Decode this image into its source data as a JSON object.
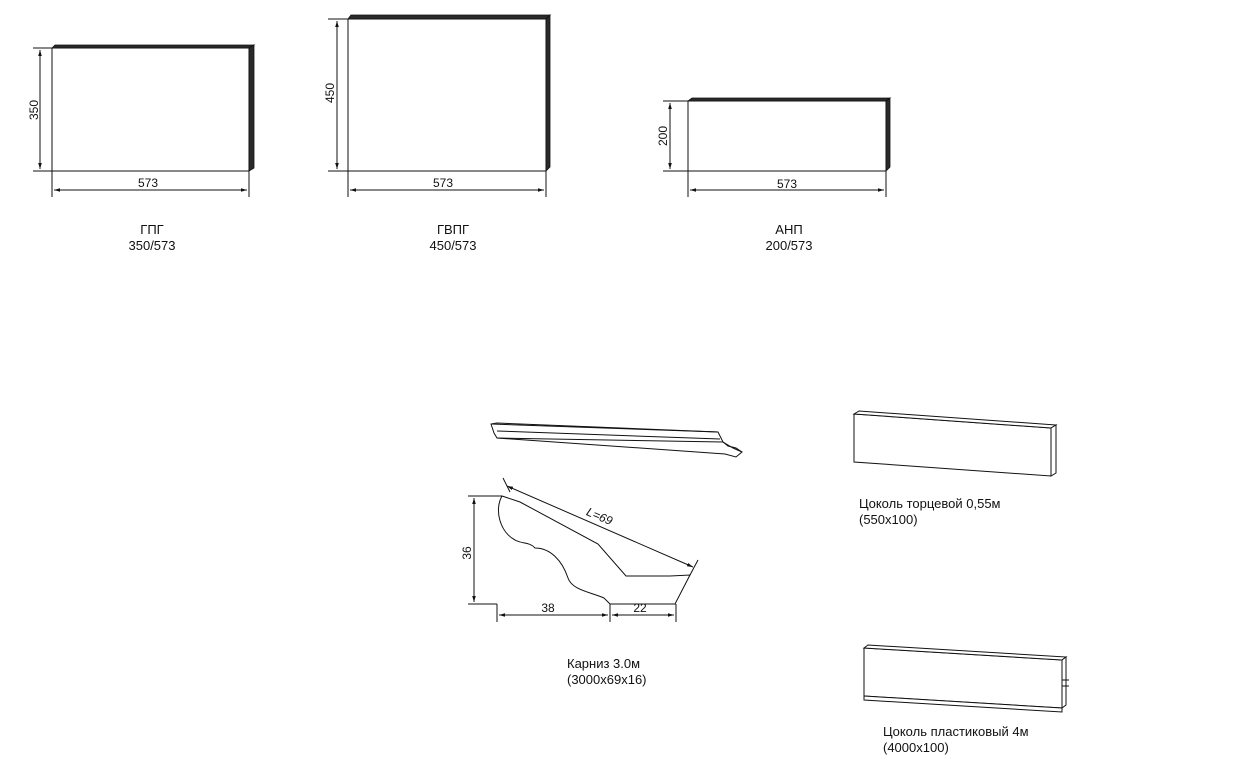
{
  "panels": [
    {
      "id": "gpg",
      "name": "ГПГ",
      "size": "350/573",
      "height_label": "350",
      "width_label": "573"
    },
    {
      "id": "gvpg",
      "name": "ГВПГ",
      "size": "450/573",
      "height_label": "450",
      "width_label": "573"
    },
    {
      "id": "anp",
      "name": "АНП",
      "size": "200/573",
      "height_label": "200",
      "width_label": "573"
    }
  ],
  "cornice": {
    "name": "Карниз 3.0м",
    "size": "(3000x69x16)",
    "length_label": "L=69",
    "height_label": "36",
    "base_left_label": "38",
    "base_right_label": "22"
  },
  "plinth_end": {
    "name": "Цоколь торцевой 0,55м",
    "size": "(550x100)"
  },
  "plinth_plastic": {
    "name": "Цоколь пластиковый 4м",
    "size": "(4000x100)"
  }
}
